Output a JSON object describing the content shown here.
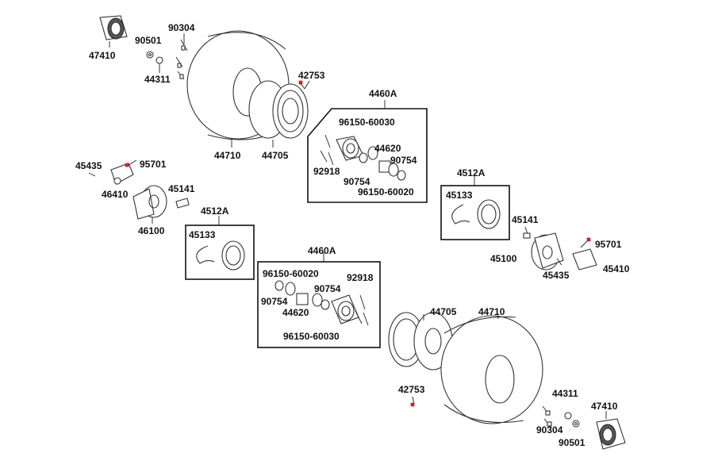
{
  "labels": {
    "l47410a": "47410",
    "l90501a": "90501",
    "l90304a": "90304",
    "l44311a": "44311",
    "l42753a": "42753",
    "l44710a": "44710",
    "l44705a": "44705",
    "l4460Aa": "4460A",
    "l96150_60030a": "96150-60030",
    "l44620a": "44620",
    "l92918a": "92918",
    "l90754a1": "90754",
    "l90754a2": "90754",
    "l96150_60020a": "96150-60020",
    "l45435a": "45435",
    "l95701a": "95701",
    "l46410a": "46410",
    "l45141a": "45141",
    "l46100a": "46100",
    "l4512Aa": "4512A",
    "l45133a": "45133",
    "l4512Ab": "4512A",
    "l45133b": "45133",
    "l45141b": "45141",
    "l95701b": "95701",
    "l45100b": "45100",
    "l45435b": "45435",
    "l45410b": "45410",
    "l4460Ab": "4460A",
    "l96150_60020b": "96150-60020",
    "l92918b": "92918",
    "l90754b1": "90754",
    "l90754b2": "90754",
    "l44620b": "44620",
    "l96150_60030b": "96150-60030",
    "l44705b": "44705",
    "l44710b": "44710",
    "l42753b": "42753",
    "l44311b": "44311",
    "l47410b": "47410",
    "l90304b": "90304",
    "l90501b": "90501"
  }
}
